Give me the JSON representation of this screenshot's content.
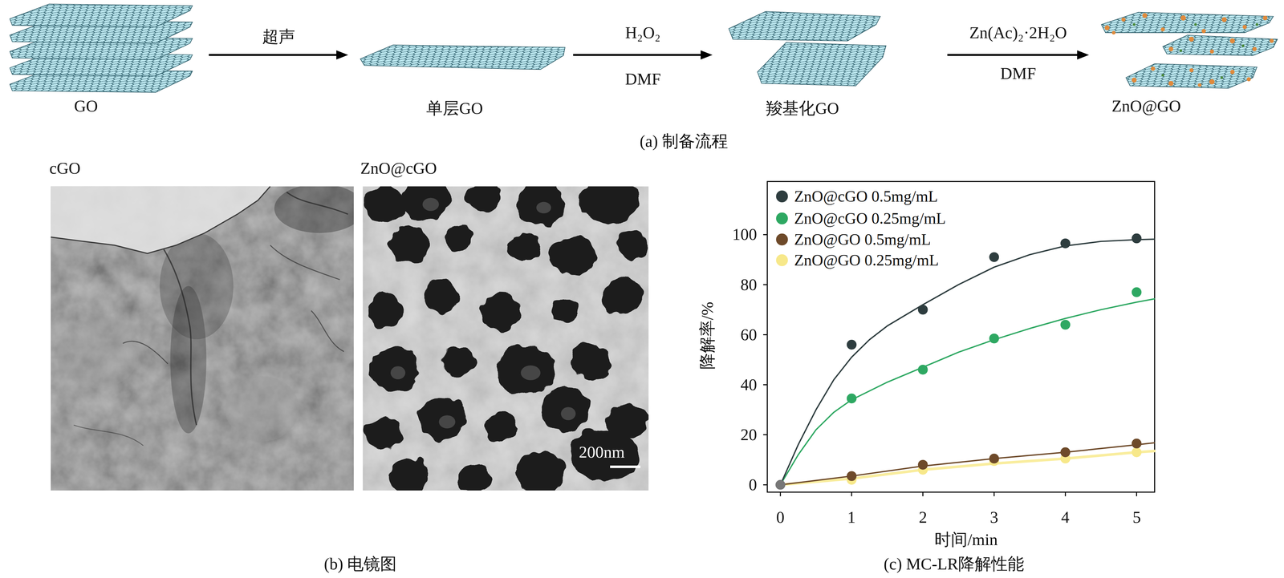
{
  "diagram": {
    "nodes": [
      {
        "text": [
          "GO"
        ]
      },
      {
        "text": [
          "单层GO"
        ]
      },
      {
        "text": [
          "羧基化GO"
        ]
      },
      {
        "text": [
          "ZnO@GO"
        ]
      }
    ],
    "edges": [
      {
        "from": 0,
        "to": 1,
        "arrow": "to",
        "label": "超声"
      },
      {
        "from": 1,
        "to": 2,
        "arrow": "to",
        "label": "H₂O₂"
      },
      {
        "from": 2,
        "to": 3,
        "arrow": "to",
        "label": "Zn(Ac)₂·2H₂O"
      }
    ],
    "labels": [
      "DMF",
      "DMF",
      "(a) 制备流程",
      "cGO",
      "ZnO@cGO",
      "200nm",
      "(b) 电镜图",
      "0",
      "20",
      "40",
      "60",
      "80",
      "100",
      "0",
      "1",
      "2",
      "3",
      "4",
      "5",
      "降解率/%",
      "时间/min",
      "(c) MC-LR降解性能"
    ],
    "legend": [
      {
        "text": "ZnO@cGO 0.5mg/mL",
        "color": "#2e3d3f"
      },
      {
        "text": "ZnO@cGO 0.25mg/mL",
        "color": "#2ea862"
      },
      {
        "text": "ZnO@GO 0.5mg/mL",
        "color": "#6e4a2a"
      },
      {
        "text": "ZnO@GO 0.25mg/mL",
        "color": "#f7e88a"
      }
    ]
  }
}
